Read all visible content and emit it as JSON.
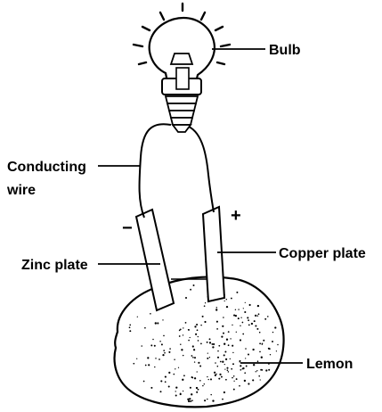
{
  "labels": {
    "bulb": "Bulb",
    "wire_line1": "Conducting",
    "wire_line2": "wire",
    "zinc": "Zinc plate",
    "copper": "Copper plate",
    "lemon": "Lemon"
  },
  "signs": {
    "negative": "−",
    "positive": "+"
  },
  "colors": {
    "ink": "#000000",
    "background": "#ffffff"
  }
}
